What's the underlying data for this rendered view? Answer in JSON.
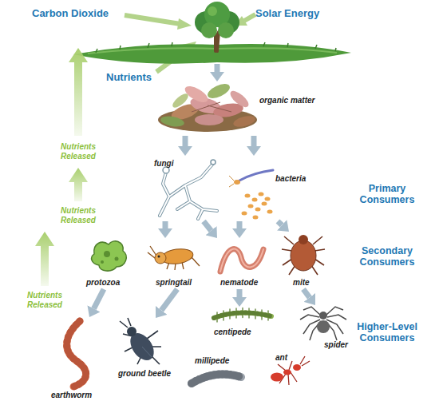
{
  "diagram": {
    "nodes": [
      {
        "text": [
          "organic matter"
        ]
      },
      {
        "text": [
          "fungi"
        ]
      },
      {
        "text": [
          "bacteria"
        ]
      },
      {
        "text": [
          "protozoa"
        ]
      },
      {
        "text": [
          "springtail"
        ]
      },
      {
        "text": [
          "nematode"
        ]
      },
      {
        "text": [
          "mite"
        ]
      },
      {
        "text": [
          "earthworm"
        ]
      },
      {
        "text": [
          "ground beetle"
        ]
      },
      {
        "text": [
          "millipede"
        ]
      },
      {
        "text": [
          "centipede"
        ]
      },
      {
        "text": [
          "spider"
        ]
      },
      {
        "text": [
          "ant"
        ]
      }
    ],
    "edges": [
      {
        "from": 0,
        "to": 1,
        "arrow": "to"
      },
      {
        "from": 0,
        "to": 2,
        "arrow": "to"
      },
      {
        "from": 1,
        "to": 4,
        "arrow": "to"
      },
      {
        "from": 1,
        "to": 5,
        "arrow": "to"
      },
      {
        "from": 2,
        "to": 5,
        "arrow": "to"
      },
      {
        "from": 2,
        "to": 6,
        "arrow": "to"
      },
      {
        "from": 3,
        "to": 7,
        "arrow": "to"
      },
      {
        "from": 4,
        "to": 8,
        "arrow": "to"
      },
      {
        "from": 5,
        "to": 10,
        "arrow": "to"
      },
      {
        "from": 6,
        "to": 11,
        "arrow": "to"
      }
    ],
    "labels": [
      "Carbon Dioxide",
      "Solar Energy",
      "Nutrients",
      "Nutrients Released",
      "Nutrients Released",
      "Primary Consumers",
      "Secondary Consumers",
      "Nutrients Released",
      "Higher-Level Consumers"
    ]
  }
}
